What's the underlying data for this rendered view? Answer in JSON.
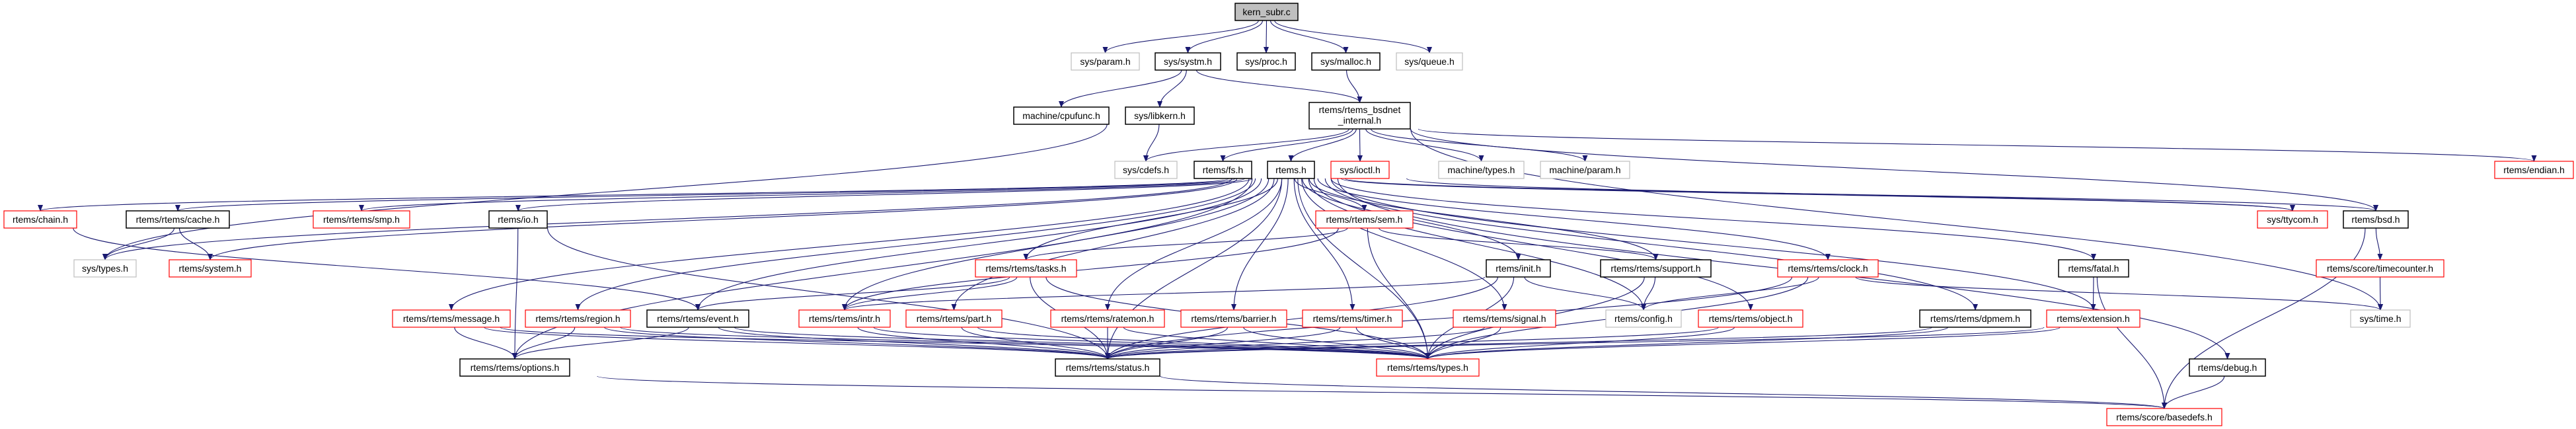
{
  "graph": {
    "edge_color": "#191970",
    "border_colors": {
      "red": "#ff0000",
      "black": "#000000",
      "gray": "#bfbfbf",
      "root": "#000000"
    },
    "root_fill": "#bfbfbf",
    "nodes": [
      {
        "id": "kern_subr",
        "label": "kern_subr.c",
        "style": "root"
      },
      {
        "id": "sys_param",
        "label": "sys/param.h",
        "style": "gray"
      },
      {
        "id": "sys_systm",
        "label": "sys/systm.h",
        "style": "black"
      },
      {
        "id": "sys_proc",
        "label": "sys/proc.h",
        "style": "black"
      },
      {
        "id": "sys_malloc",
        "label": "sys/malloc.h",
        "style": "black"
      },
      {
        "id": "sys_queue",
        "label": "sys/queue.h",
        "style": "gray"
      },
      {
        "id": "machine_cpufunc",
        "label": "machine/cpufunc.h",
        "style": "black"
      },
      {
        "id": "sys_libkern",
        "label": "sys/libkern.h",
        "style": "black"
      },
      {
        "id": "bsdnet",
        "label": "rtems/rtems_bsdnet",
        "label2": "_internal.h",
        "style": "black"
      },
      {
        "id": "sys_cdefs",
        "label": "sys/cdefs.h",
        "style": "gray"
      },
      {
        "id": "rtems_fs",
        "label": "rtems/fs.h",
        "style": "black"
      },
      {
        "id": "rtems_h",
        "label": "rtems.h",
        "style": "black"
      },
      {
        "id": "sys_ioctl",
        "label": "sys/ioctl.h",
        "style": "red"
      },
      {
        "id": "machine_types",
        "label": "machine/types.h",
        "style": "gray"
      },
      {
        "id": "machine_param",
        "label": "machine/param.h",
        "style": "gray"
      },
      {
        "id": "rtems_endian",
        "label": "rtems/endian.h",
        "style": "red"
      },
      {
        "id": "chain",
        "label": "rtems/chain.h",
        "style": "red"
      },
      {
        "id": "cache",
        "label": "rtems/rtems/cache.h",
        "style": "black"
      },
      {
        "id": "smp",
        "label": "rtems/rtems/smp.h",
        "style": "red"
      },
      {
        "id": "io",
        "label": "rtems/io.h",
        "style": "black"
      },
      {
        "id": "sem",
        "label": "rtems/rtems/sem.h",
        "style": "red"
      },
      {
        "id": "ttycom",
        "label": "sys/ttycom.h",
        "style": "red"
      },
      {
        "id": "bsd",
        "label": "rtems/bsd.h",
        "style": "black"
      },
      {
        "id": "sys_types",
        "label": "sys/types.h",
        "style": "gray"
      },
      {
        "id": "system",
        "label": "rtems/system.h",
        "style": "red"
      },
      {
        "id": "tasks",
        "label": "rtems/rtems/tasks.h",
        "style": "red"
      },
      {
        "id": "init",
        "label": "rtems/init.h",
        "style": "black"
      },
      {
        "id": "support",
        "label": "rtems/rtems/support.h",
        "style": "black"
      },
      {
        "id": "clock",
        "label": "rtems/rtems/clock.h",
        "style": "red"
      },
      {
        "id": "fatal",
        "label": "rtems/fatal.h",
        "style": "black"
      },
      {
        "id": "timecounter",
        "label": "rtems/score/timecounter.h",
        "style": "red"
      },
      {
        "id": "message",
        "label": "rtems/rtems/message.h",
        "style": "red"
      },
      {
        "id": "region",
        "label": "rtems/rtems/region.h",
        "style": "red"
      },
      {
        "id": "event",
        "label": "rtems/rtems/event.h",
        "style": "black"
      },
      {
        "id": "intr",
        "label": "rtems/rtems/intr.h",
        "style": "red"
      },
      {
        "id": "part",
        "label": "rtems/rtems/part.h",
        "style": "red"
      },
      {
        "id": "ratemon",
        "label": "rtems/rtems/ratemon.h",
        "style": "red"
      },
      {
        "id": "barrier",
        "label": "rtems/rtems/barrier.h",
        "style": "red"
      },
      {
        "id": "timer",
        "label": "rtems/rtems/timer.h",
        "style": "red"
      },
      {
        "id": "signal",
        "label": "rtems/rtems/signal.h",
        "style": "red"
      },
      {
        "id": "config",
        "label": "rtems/config.h",
        "style": "gray"
      },
      {
        "id": "object",
        "label": "rtems/rtems/object.h",
        "style": "red"
      },
      {
        "id": "dpmem",
        "label": "rtems/rtems/dpmem.h",
        "style": "black"
      },
      {
        "id": "extension",
        "label": "rtems/extension.h",
        "style": "red"
      },
      {
        "id": "sys_time",
        "label": "sys/time.h",
        "style": "gray"
      },
      {
        "id": "options",
        "label": "rtems/rtems/options.h",
        "style": "black"
      },
      {
        "id": "status",
        "label": "rtems/rtems/status.h",
        "style": "black"
      },
      {
        "id": "types",
        "label": "rtems/rtems/types.h",
        "style": "red"
      },
      {
        "id": "debug",
        "label": "rtems/debug.h",
        "style": "black"
      },
      {
        "id": "basedefs",
        "label": "rtems/score/basedefs.h",
        "style": "red"
      }
    ],
    "edges": [
      [
        "kern_subr",
        "sys_param"
      ],
      [
        "kern_subr",
        "sys_systm"
      ],
      [
        "kern_subr",
        "sys_proc"
      ],
      [
        "kern_subr",
        "sys_malloc"
      ],
      [
        "kern_subr",
        "sys_queue"
      ],
      [
        "sys_systm",
        "machine_cpufunc"
      ],
      [
        "sys_systm",
        "sys_libkern"
      ],
      [
        "sys_systm",
        "bsdnet"
      ],
      [
        "sys_malloc",
        "bsdnet"
      ],
      [
        "sys_libkern",
        "sys_cdefs"
      ],
      [
        "sys_libkern",
        "sys_types"
      ],
      [
        "bsdnet",
        "sys_cdefs"
      ],
      [
        "bsdnet",
        "rtems_fs"
      ],
      [
        "bsdnet",
        "rtems_h"
      ],
      [
        "bsdnet",
        "sys_ioctl"
      ],
      [
        "bsdnet",
        "machine_types"
      ],
      [
        "bsdnet",
        "machine_param"
      ],
      [
        "bsdnet",
        "rtems_endian"
      ],
      [
        "bsdnet",
        "sys_time"
      ],
      [
        "bsdnet",
        "bsd"
      ],
      [
        "sys_ioctl",
        "ttycom"
      ],
      [
        "rtems_h",
        "chain"
      ],
      [
        "rtems_h",
        "cache"
      ],
      [
        "rtems_h",
        "smp"
      ],
      [
        "rtems_h",
        "io"
      ],
      [
        "rtems_h",
        "system"
      ],
      [
        "rtems_h",
        "sys_types"
      ],
      [
        "rtems_h",
        "sem"
      ],
      [
        "rtems_h",
        "tasks"
      ],
      [
        "rtems_h",
        "init"
      ],
      [
        "rtems_h",
        "support"
      ],
      [
        "rtems_h",
        "clock"
      ],
      [
        "rtems_h",
        "fatal"
      ],
      [
        "rtems_h",
        "message"
      ],
      [
        "rtems_h",
        "region"
      ],
      [
        "rtems_h",
        "event"
      ],
      [
        "rtems_h",
        "intr"
      ],
      [
        "rtems_h",
        "part"
      ],
      [
        "rtems_h",
        "ratemon"
      ],
      [
        "rtems_h",
        "barrier"
      ],
      [
        "rtems_h",
        "timer"
      ],
      [
        "rtems_h",
        "signal"
      ],
      [
        "rtems_h",
        "config"
      ],
      [
        "rtems_h",
        "object"
      ],
      [
        "rtems_h",
        "dpmem"
      ],
      [
        "rtems_h",
        "extension"
      ],
      [
        "rtems_h",
        "options"
      ],
      [
        "rtems_h",
        "status"
      ],
      [
        "rtems_h",
        "types"
      ],
      [
        "rtems_h",
        "debug"
      ],
      [
        "rtems_h",
        "ttycom"
      ],
      [
        "rtems_h",
        "bsd"
      ],
      [
        "cache",
        "sys_types"
      ],
      [
        "cache",
        "system"
      ],
      [
        "chain",
        "event"
      ],
      [
        "io",
        "status"
      ],
      [
        "io",
        "options"
      ],
      [
        "sem",
        "tasks"
      ],
      [
        "sem",
        "support"
      ],
      [
        "sem",
        "types"
      ],
      [
        "sem",
        "intr"
      ],
      [
        "tasks",
        "intr"
      ],
      [
        "tasks",
        "status"
      ],
      [
        "tasks",
        "types"
      ],
      [
        "tasks",
        "event"
      ],
      [
        "init",
        "intr"
      ],
      [
        "init",
        "config"
      ],
      [
        "init",
        "types"
      ],
      [
        "init",
        "status"
      ],
      [
        "support",
        "config"
      ],
      [
        "support",
        "types"
      ],
      [
        "clock",
        "config"
      ],
      [
        "clock",
        "status"
      ],
      [
        "clock",
        "types"
      ],
      [
        "clock",
        "sys_time"
      ],
      [
        "fatal",
        "extension"
      ],
      [
        "fatal",
        "basedefs"
      ],
      [
        "bsd",
        "timecounter"
      ],
      [
        "bsd",
        "basedefs"
      ],
      [
        "timecounter",
        "sys_time"
      ],
      [
        "message",
        "options"
      ],
      [
        "message",
        "status"
      ],
      [
        "message",
        "types"
      ],
      [
        "region",
        "options"
      ],
      [
        "region",
        "status"
      ],
      [
        "region",
        "types"
      ],
      [
        "event",
        "options"
      ],
      [
        "event",
        "status"
      ],
      [
        "event",
        "types"
      ],
      [
        "intr",
        "status"
      ],
      [
        "intr",
        "types"
      ],
      [
        "part",
        "status"
      ],
      [
        "part",
        "types"
      ],
      [
        "ratemon",
        "status"
      ],
      [
        "ratemon",
        "types"
      ],
      [
        "barrier",
        "status"
      ],
      [
        "barrier",
        "types"
      ],
      [
        "timer",
        "status"
      ],
      [
        "timer",
        "types"
      ],
      [
        "signal",
        "status"
      ],
      [
        "signal",
        "types"
      ],
      [
        "object",
        "status"
      ],
      [
        "object",
        "types"
      ],
      [
        "dpmem",
        "status"
      ],
      [
        "dpmem",
        "types"
      ],
      [
        "extension",
        "status"
      ],
      [
        "extension",
        "types"
      ],
      [
        "debug",
        "basedefs"
      ],
      [
        "options",
        "basedefs"
      ],
      [
        "status",
        "basedefs"
      ]
    ]
  }
}
